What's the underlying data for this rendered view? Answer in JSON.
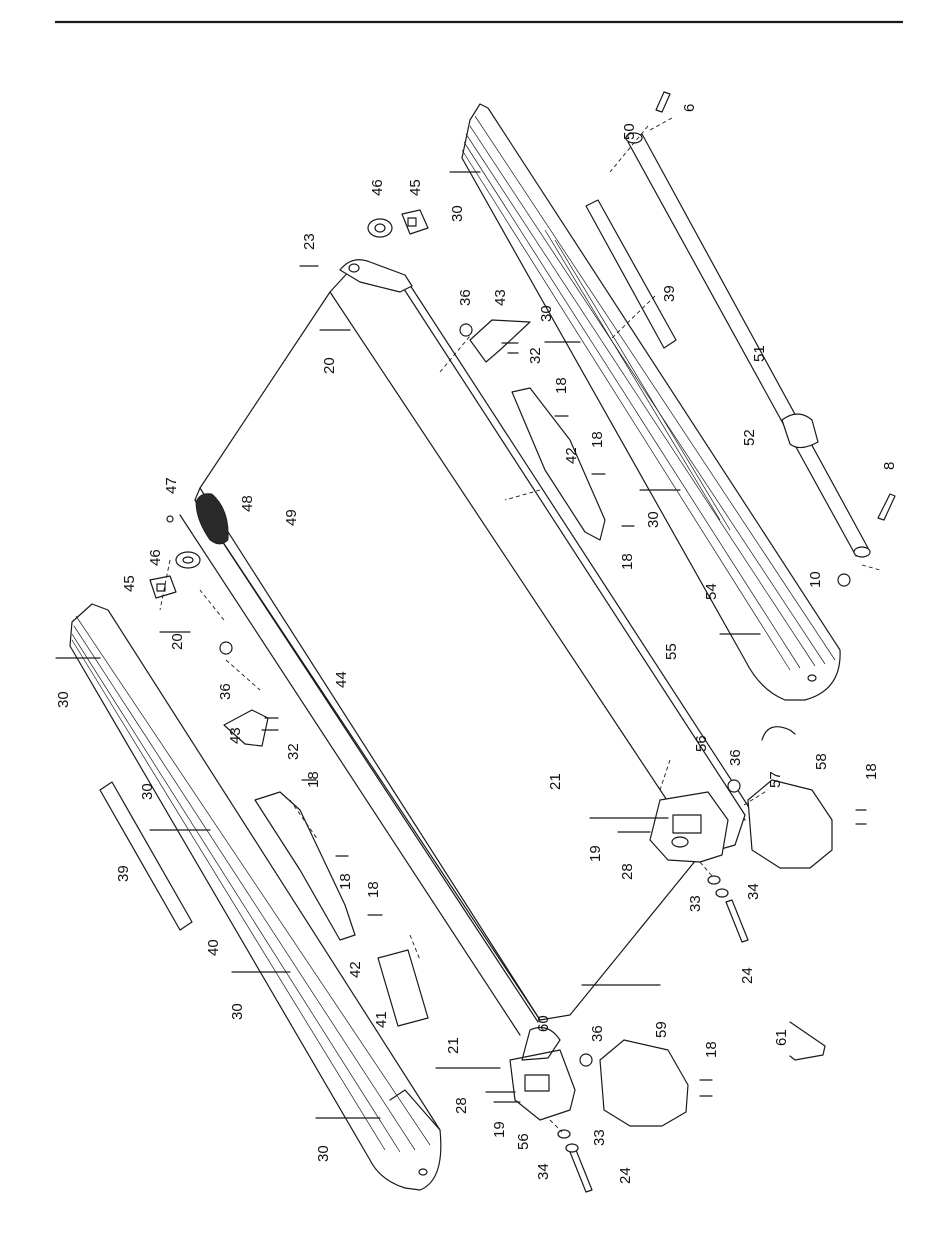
{
  "labels": {
    "l6": "6",
    "l50": "50",
    "l30a": "30",
    "l46a": "46",
    "l45a": "45",
    "l23": "23",
    "l36a": "36",
    "l43a": "43",
    "l30b": "30",
    "l39a": "39",
    "l20a": "20",
    "l32a": "32",
    "l51": "51",
    "l18a": "18",
    "l18b": "18",
    "l52": "52",
    "l42a": "42",
    "l8": "8",
    "l47": "47",
    "l48": "48",
    "l49": "49",
    "l30c": "30",
    "l18c": "18",
    "l10": "10",
    "l46b": "46",
    "l45b": "45",
    "l20b": "20",
    "l54": "54",
    "l30d": "30",
    "l55": "55",
    "l36b": "36",
    "l44": "44",
    "l43b": "43",
    "l32b": "32",
    "l56a": "56",
    "l36c": "36",
    "l57": "57",
    "l58": "58",
    "l18d": "18",
    "l21a": "21",
    "l30e": "30",
    "l18e": "18",
    "l19a": "19",
    "l28a": "28",
    "l18f": "18",
    "l39b": "39",
    "l33a": "33",
    "l34a": "34",
    "l18g": "18",
    "l24a": "24",
    "l40": "40",
    "l42b": "42",
    "l30f": "30",
    "l41": "41",
    "l61": "61",
    "l21b": "21",
    "l60": "60",
    "l36d": "36",
    "l59": "59",
    "l18h": "18",
    "l28b": "28",
    "l19b": "19",
    "l56b": "56",
    "l33b": "33",
    "l30g": "30",
    "l34b": "34",
    "l24b": "24"
  }
}
